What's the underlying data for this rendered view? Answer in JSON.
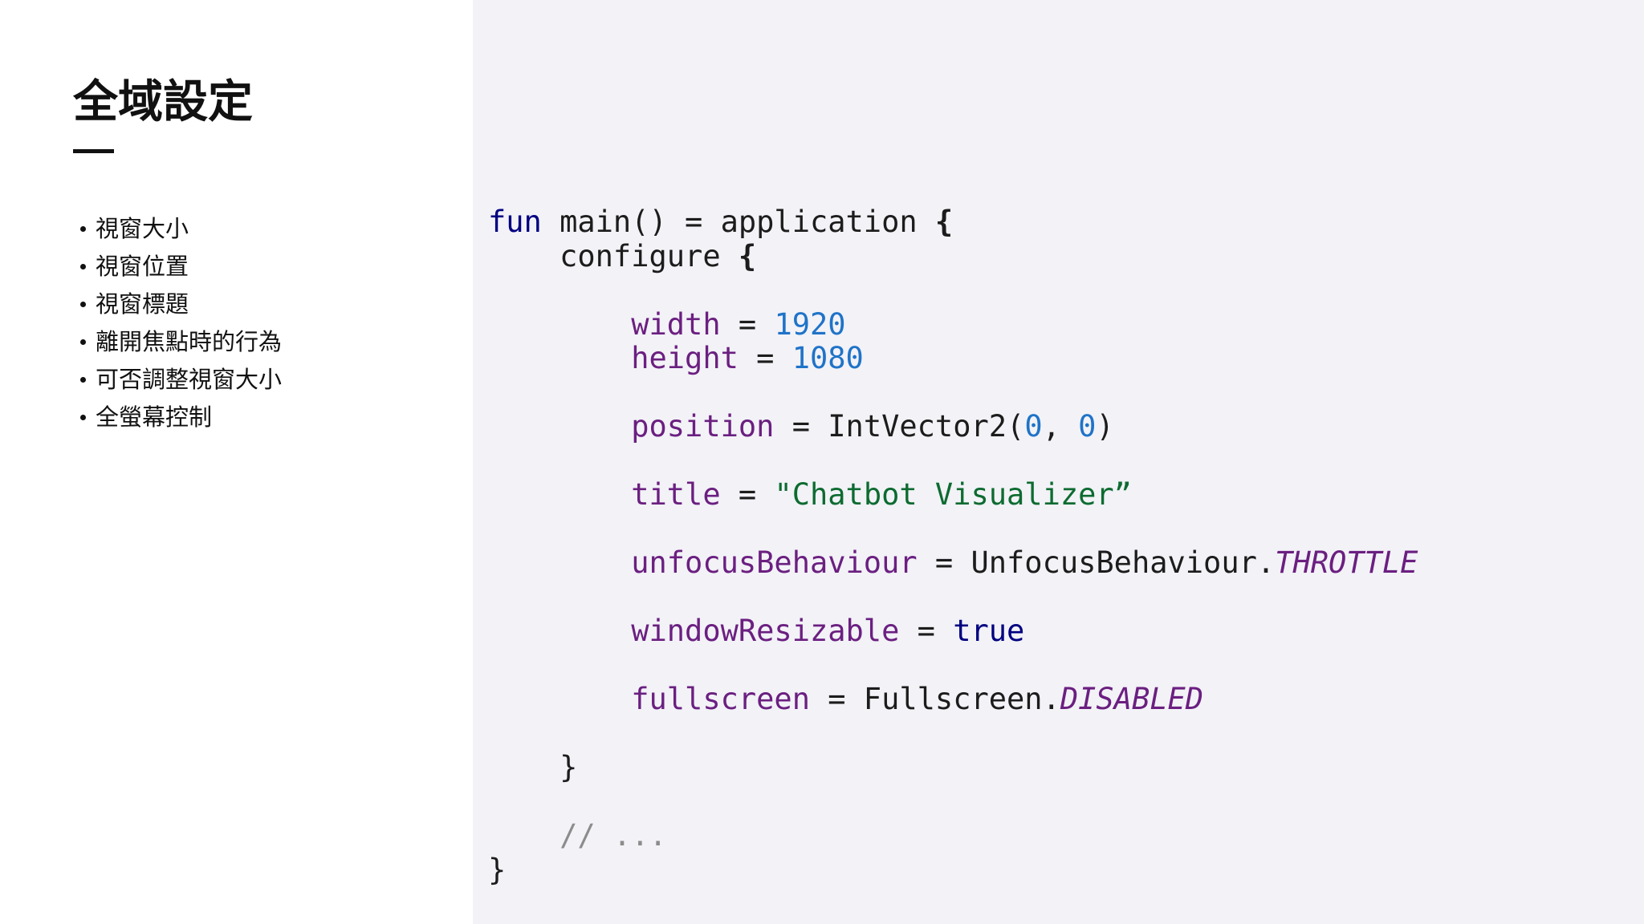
{
  "slide": {
    "title": "全域設定",
    "bullets": [
      "視窗大小",
      "視窗位置",
      "視窗標題",
      "離開焦點時的行為",
      "可否調整視窗大小",
      "全螢幕控制"
    ]
  },
  "code": {
    "l1_kw": "fun",
    "l1_rest": " main() = application ",
    "l1_brace": "{",
    "l2_indent": "    ",
    "l2_fn": "configure ",
    "l2_brace": "{",
    "width_key": "width",
    "width_op": " = ",
    "width_val": "1920",
    "height_key": "height",
    "height_op": " = ",
    "height_val": "1080",
    "position_key": "position",
    "position_mid": " = IntVector2(",
    "position_x": "0",
    "position_sep": ", ",
    "position_y": "0",
    "position_end": ")",
    "title_key": "title",
    "title_op": " = ",
    "title_val": "\"Chatbot Visualizer”",
    "unfocus_key": "unfocusBehaviour",
    "unfocus_mid": " = UnfocusBehaviour.",
    "unfocus_val": "THROTTLE",
    "resizable_key": "windowResizable",
    "resizable_op": " = ",
    "resizable_val": "true",
    "fullscreen_key": "fullscreen",
    "fullscreen_mid": " = Fullscreen.",
    "fullscreen_val": "DISABLED",
    "close_inner": "}",
    "comment": "// ...",
    "close_outer": "}"
  }
}
